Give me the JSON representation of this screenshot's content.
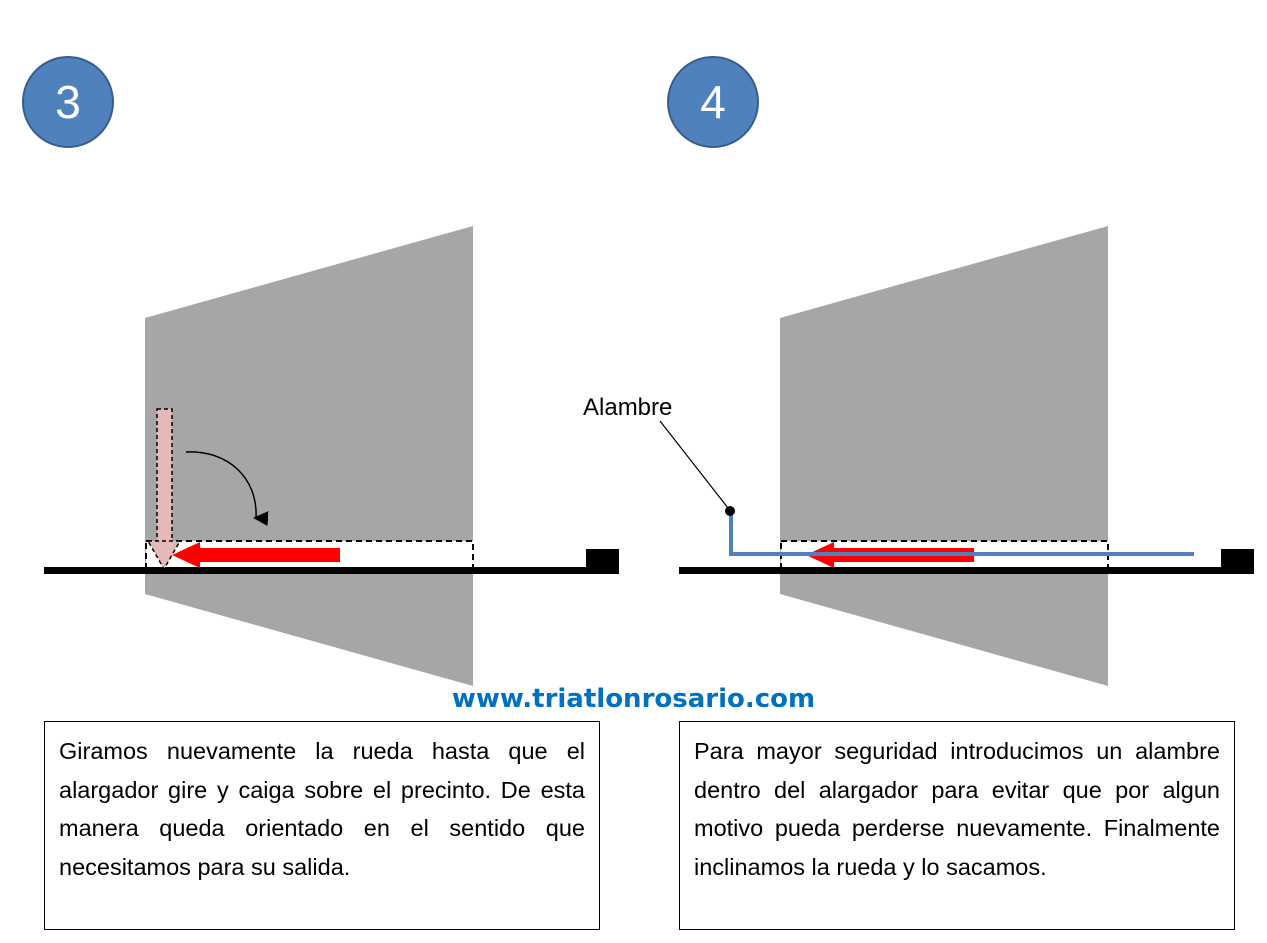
{
  "steps": {
    "left": {
      "number": "3",
      "caption": "Giramos nuevamente la rueda hasta que el alargador gire y caiga sobre el precinto. De esta manera queda orientado en el sentido que necesitamos para su salida."
    },
    "right": {
      "number": "4",
      "caption": "Para mayor seguridad introducimos un alambre dentro del  alargador para evitar que por algun motivo pueda perderse nuevamente. Finalmente inclinamos la rueda y lo sacamos."
    }
  },
  "labels": {
    "wire": "Alambre"
  },
  "website": "www.triatlonrosario.com",
  "colors": {
    "badge": "#4f81bd",
    "wheel": "#a6a6a6",
    "arrow": "#ff0000",
    "faded_arrow": "#e6b8b7",
    "wire": "#4f81bd",
    "url": "#0070c0"
  }
}
